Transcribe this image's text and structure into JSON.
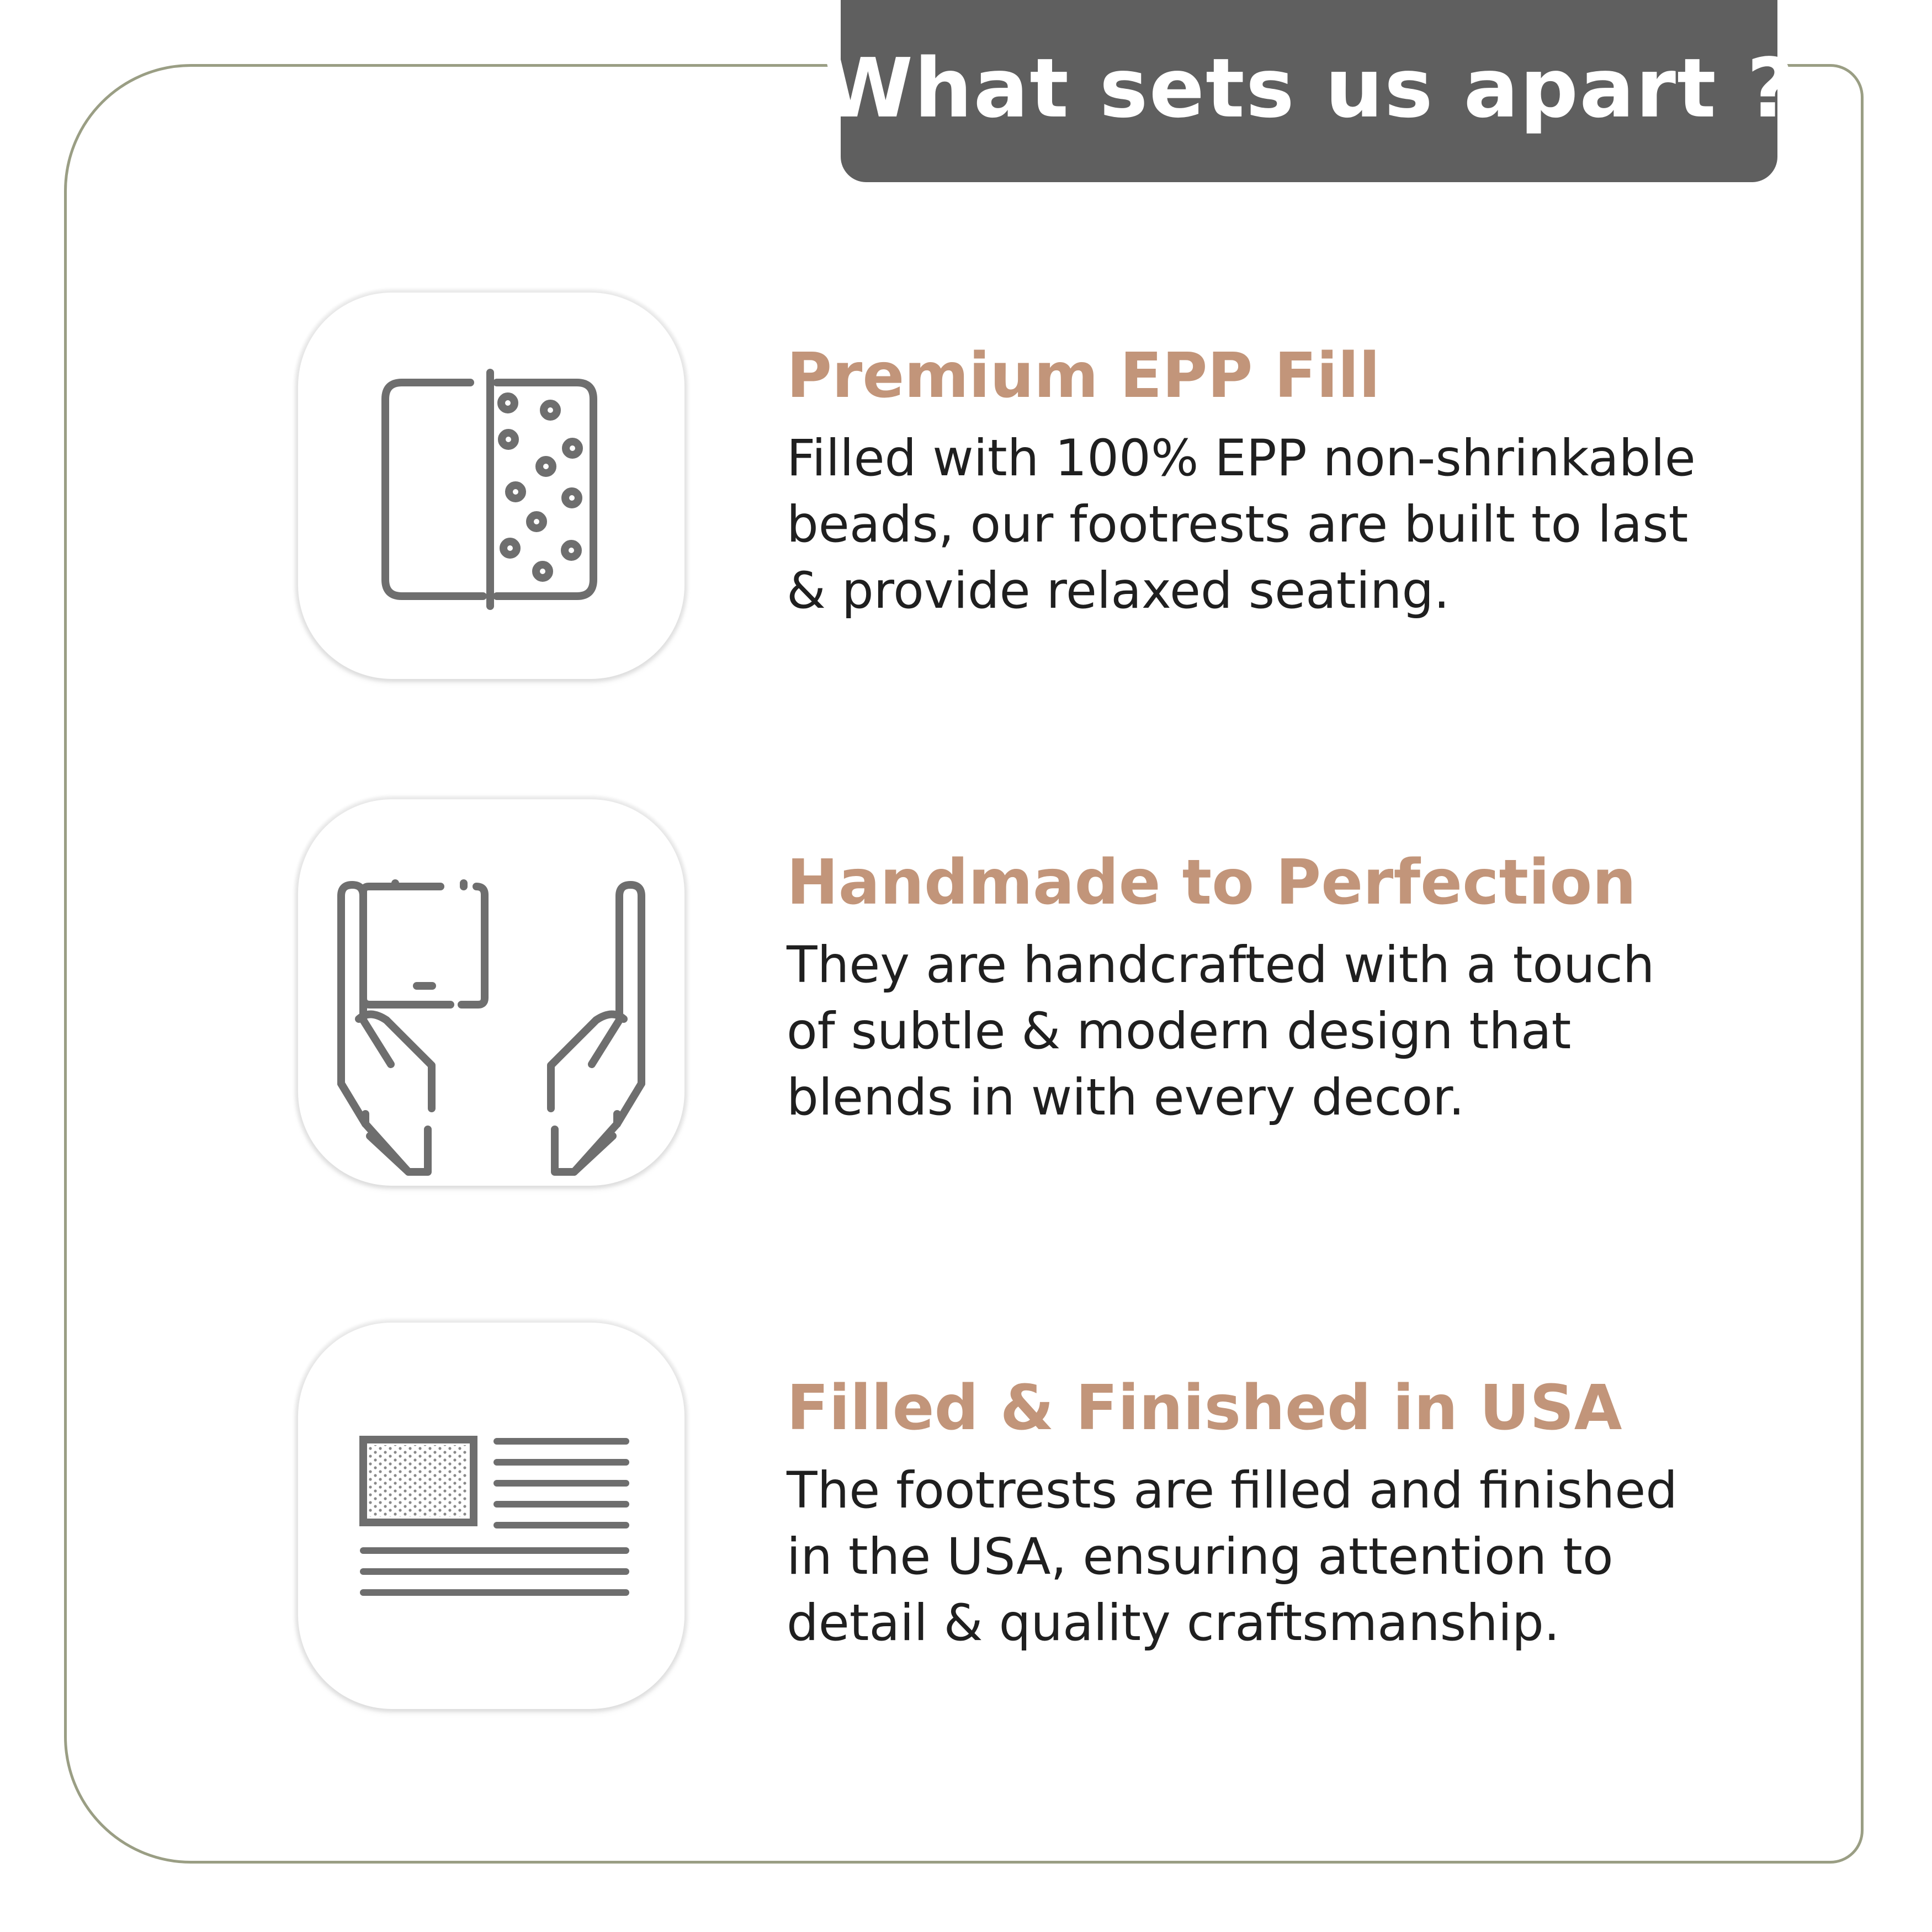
{
  "header": {
    "title": "What sets us apart ?"
  },
  "colors": {
    "header_bg": "#5f5f5f",
    "frame_border": "#9a9e84",
    "feature_title": "#c2957a",
    "icon_stroke": "#6e6e6e",
    "body_text": "#1f1f1f"
  },
  "features": [
    {
      "icon": "bead-fill-icon",
      "title": "Premium EPP Fill",
      "description": "Filled with 100% EPP non-shrinkable\nbeads, our footrests are built to last\n& provide relaxed seating."
    },
    {
      "icon": "handmade-hands-icon",
      "title": "Handmade to Perfection",
      "description": "They are handcrafted with a touch\nof subtle & modern design that\nblends in with every decor."
    },
    {
      "icon": "usa-flag-icon",
      "title": "Filled & Finished in USA",
      "description": "The footrests are filled and finished\nin the USA, ensuring attention to\ndetail & quality craftsmanship."
    }
  ]
}
